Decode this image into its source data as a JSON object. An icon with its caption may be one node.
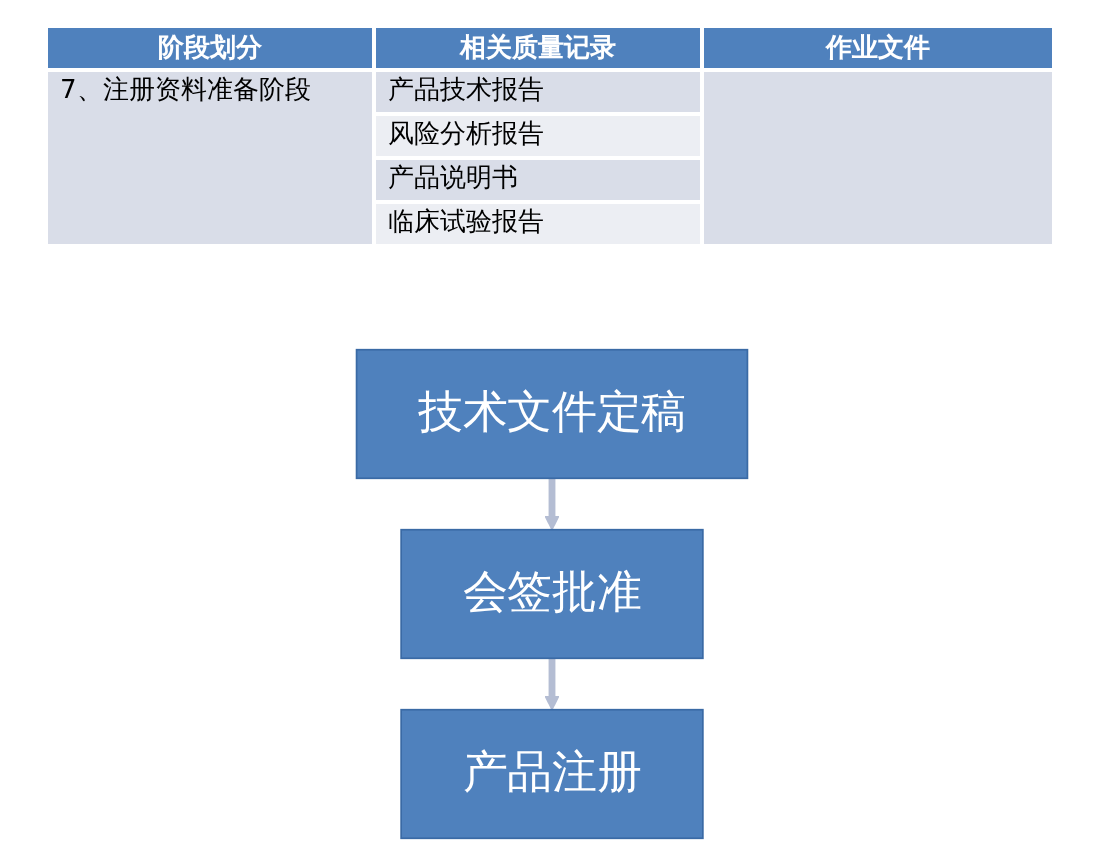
{
  "diagram": {
    "nodes": [
      {
        "text": [
          "技术文件定稿"
        ]
      },
      {
        "text": [
          "会签批准"
        ]
      },
      {
        "text": [
          "产品注册"
        ]
      }
    ],
    "edges": [
      {
        "from": 0,
        "to": 1,
        "arrow": "to"
      },
      {
        "from": 1,
        "to": 2,
        "arrow": "to"
      }
    ],
    "labels": [
      "阶段划分",
      "相关质量记录",
      "作业文件",
      "7、注册资料准备阶段",
      "产品技术报告",
      "风险分析报告",
      "产品说明书",
      "临床试验报告"
    ]
  }
}
